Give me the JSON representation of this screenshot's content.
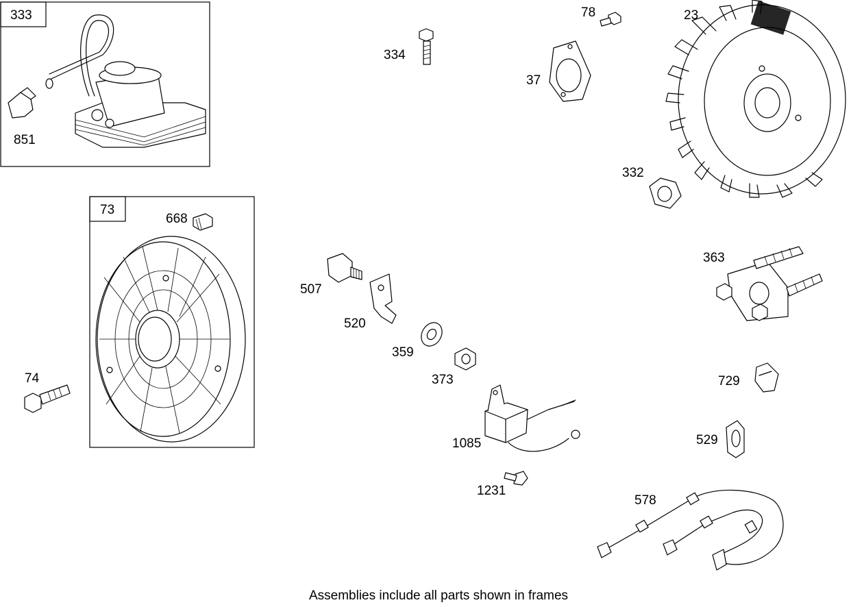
{
  "parts": {
    "p333": "333",
    "p851": "851",
    "p73": "73",
    "p668": "668",
    "p74": "74",
    "p334": "334",
    "p78": "78",
    "p23": "23",
    "p37": "37",
    "p332": "332",
    "p363": "363",
    "p507": "507",
    "p520": "520",
    "p359": "359",
    "p373": "373",
    "p729": "729",
    "p1085": "1085",
    "p529": "529",
    "p1231": "1231",
    "p578": "578"
  },
  "footer": "Assemblies include all parts shown in frames"
}
